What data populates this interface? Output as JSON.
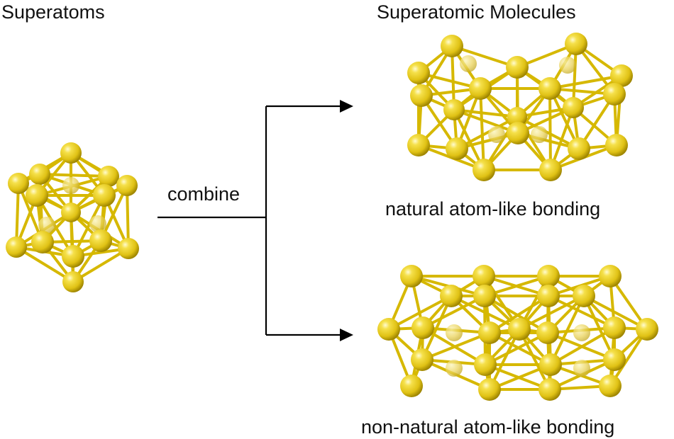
{
  "labels": {
    "superatoms": "Superatoms",
    "superatomic_molecules": "Superatomic Molecules",
    "combine": "combine",
    "natural": "natural atom-like bonding",
    "non_natural": "non-natural atom-like bonding"
  },
  "colors": {
    "atom": "#e6cc1a",
    "bond": "#d6b800",
    "arrow": "#000000"
  }
}
